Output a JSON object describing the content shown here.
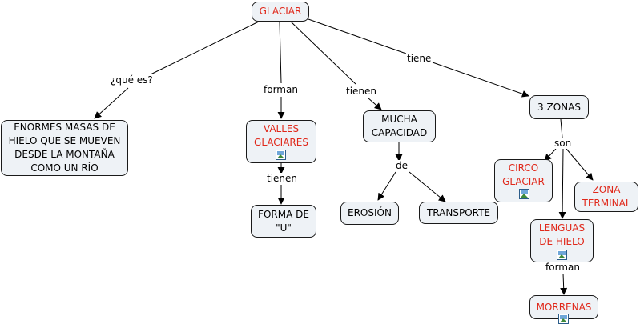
{
  "colors": {
    "concept_bg": "#eef2f6",
    "red_text": "#e0281a",
    "link": "#000000"
  },
  "concepts": {
    "glaciar": "GLACIAR",
    "enormes": "ENORMES MASAS DE\nHIELO QUE SE MUEVEN\nDESDE LA MONTAÑA\nCOMO UN RÍO",
    "valles": "VALLES\nGLACIARES",
    "forma_u": "FORMA DE\n\"U\"",
    "mucha": "MUCHA\nCAPACIDAD",
    "erosion": "EROSIÓN",
    "transporte": "TRANSPORTE",
    "tres_zonas": "3 ZONAS",
    "circo": "CIRCO\nGLACIAR",
    "zona_terminal": "ZONA\nTERMINAL",
    "lenguas": "LENGUAS\nDE HIELO",
    "morrenas": "MORRENAS"
  },
  "links": {
    "que_es": "¿qué es?",
    "forman": "forman",
    "tienen": "tienen",
    "tiene": "tiene",
    "tienen2": "tienen",
    "de": "de",
    "son": "son",
    "forman2": "forman"
  },
  "icons": [
    "image-icon"
  ]
}
